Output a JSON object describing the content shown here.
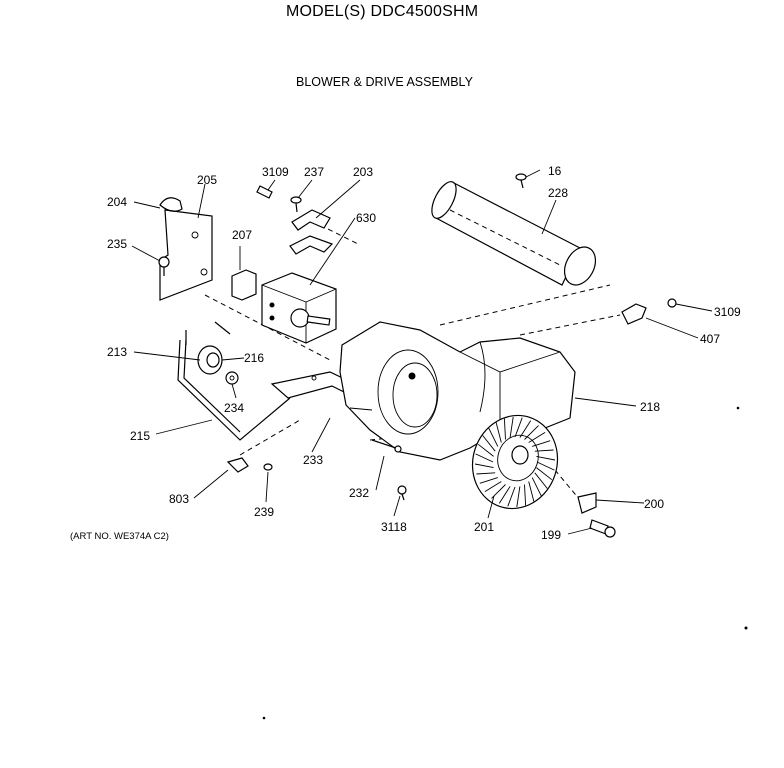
{
  "header": {
    "model": "MODEL(S) DDC4500SHM",
    "section": "BLOWER & DRIVE ASSEMBLY"
  },
  "footer": {
    "art_no": "(ART NO. WE374A C2)"
  },
  "callouts": {
    "p16": "16",
    "p199": "199",
    "p200": "200",
    "p201": "201",
    "p203": "203",
    "p204": "204",
    "p205": "205",
    "p207": "207",
    "p213": "213",
    "p215": "215",
    "p216": "216",
    "p218": "218",
    "p228": "228",
    "p232": "232",
    "p233": "233",
    "p234": "234",
    "p235": "235",
    "p237": "237",
    "p239": "239",
    "p3109a": "3109",
    "p3109b": "3109",
    "p3118": "3118",
    "p407": "407",
    "p630": "630",
    "p803": "803"
  }
}
